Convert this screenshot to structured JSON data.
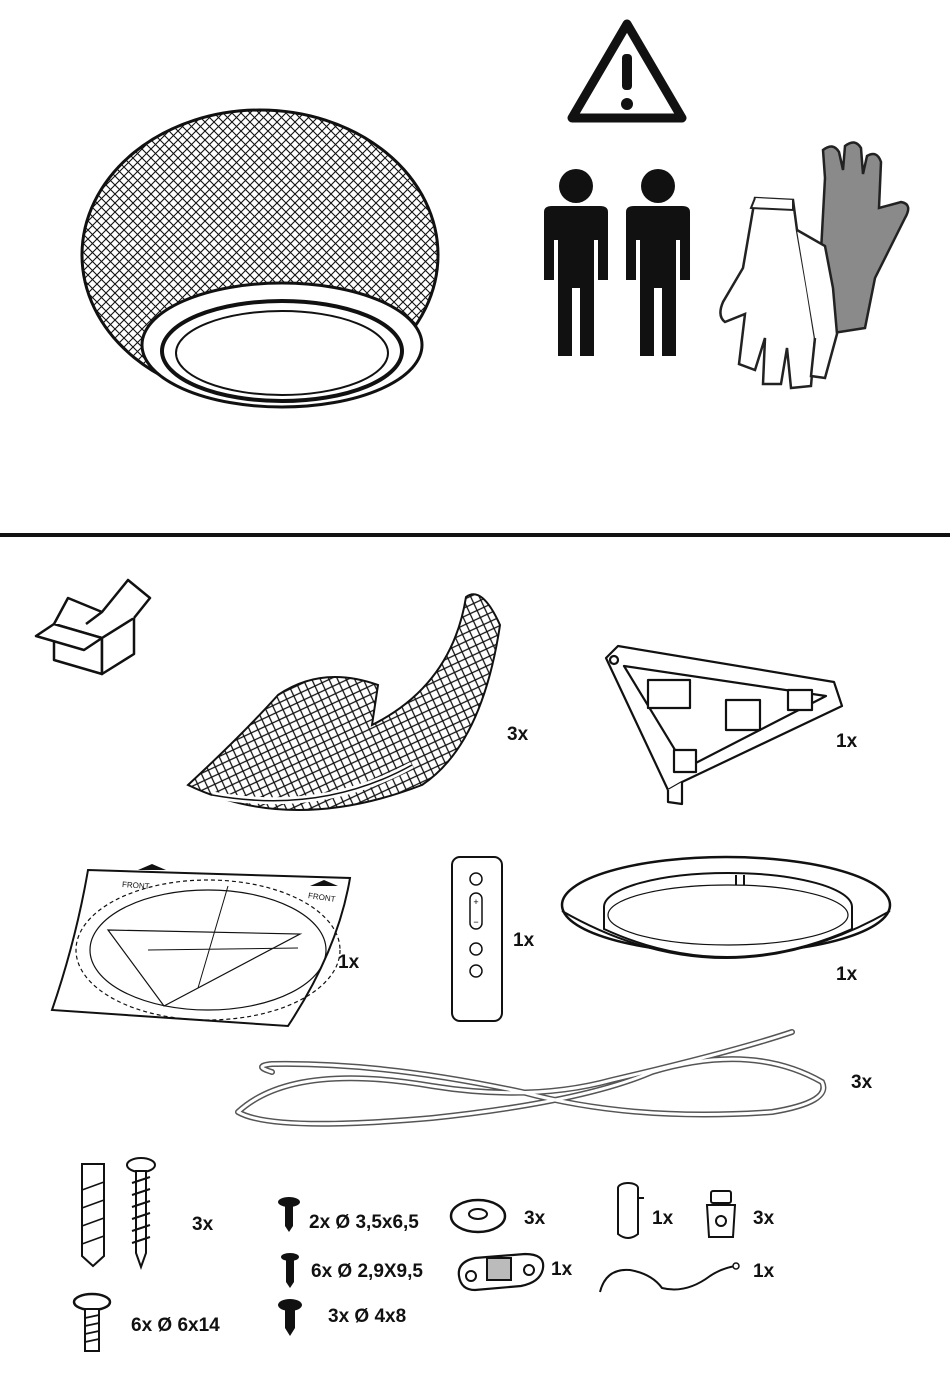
{
  "safety": {
    "icons": [
      "warning-triangle-icon",
      "two-persons-icon",
      "protective-gloves-icon"
    ]
  },
  "parts": {
    "grid_shell_qty": "3x",
    "bracket_qty": "1x",
    "template_qty": "1x",
    "template_label_left": "FRONT",
    "template_label_right": "FRONT",
    "remote_qty": "1x",
    "ring_qty": "1x",
    "cable_qty": "3x",
    "wall_plug_screw_qty": "3x",
    "bolt_label": "6x Ø 6x14",
    "screw_a_label": "2x Ø 3,5x6,5",
    "screw_b_label": "6x Ø  2,9X9,5",
    "screw_c_label": "3x Ø 4x8",
    "washer_qty": "3x",
    "clip_qty": "1x",
    "tube_qty": "1x",
    "nut_qty": "3x",
    "wire_qty": "1x"
  }
}
